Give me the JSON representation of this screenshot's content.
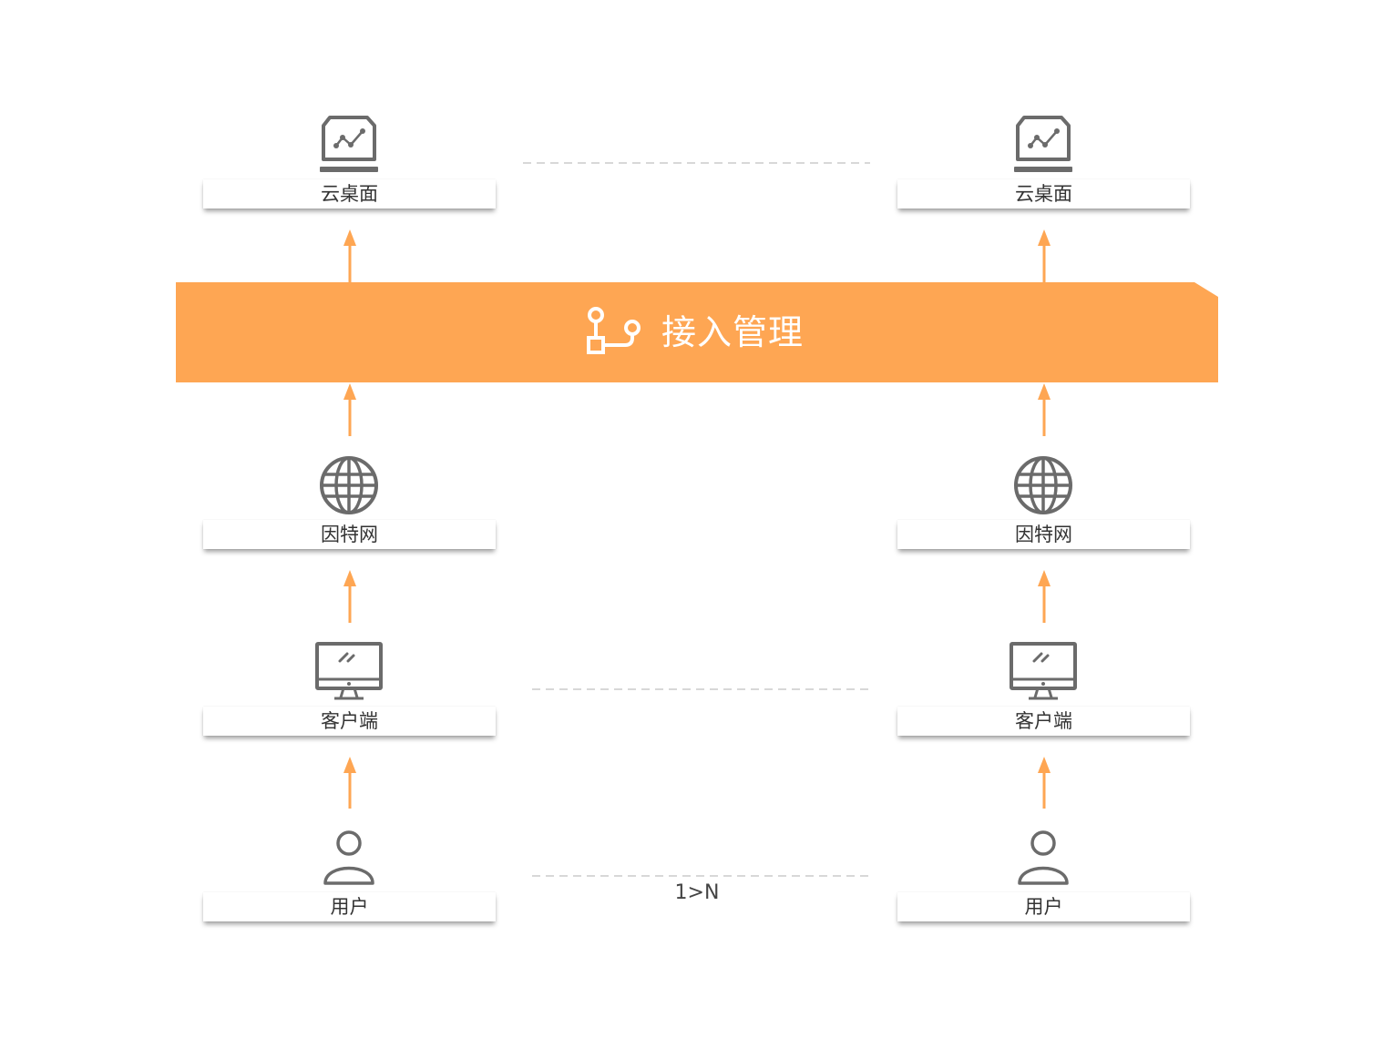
{
  "colors": {
    "accent": "#fea653",
    "icon": "#6b6b6b",
    "connector": "#cccccc"
  },
  "left_column": {
    "cloud_desktop": {
      "label": "云桌面",
      "icon": "monitor-chart-icon"
    },
    "internet": {
      "label": "因特网",
      "icon": "globe-icon"
    },
    "client": {
      "label": "客户端",
      "icon": "desktop-computer-icon"
    },
    "user": {
      "label": "用户",
      "icon": "user-icon"
    }
  },
  "right_column": {
    "cloud_desktop": {
      "label": "云桌面",
      "icon": "monitor-chart-icon"
    },
    "internet": {
      "label": "因特网",
      "icon": "globe-icon"
    },
    "client": {
      "label": "客户端",
      "icon": "desktop-computer-icon"
    },
    "user": {
      "label": "用户",
      "icon": "user-icon"
    }
  },
  "access_management": {
    "label": "接入管理",
    "icon": "branch-icon"
  },
  "connector_note": "1>N"
}
